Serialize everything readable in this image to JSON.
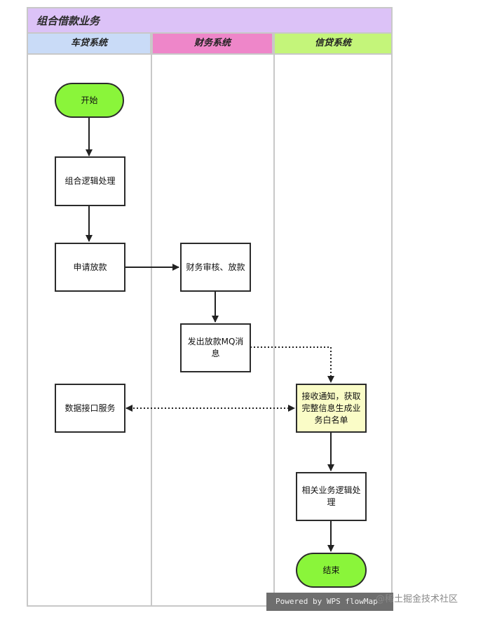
{
  "title": "组合借款业务",
  "lanes": [
    {
      "label": "车贷系统",
      "color": "#c9dbf7"
    },
    {
      "label": "财务系统",
      "color": "#ee86c9"
    },
    {
      "label": "信贷系统",
      "color": "#c4f57a"
    }
  ],
  "nodes": {
    "start": "开始",
    "combo_logic": "组合逻辑处理",
    "apply_loan": "申请放款",
    "finance_review": "财务审核、放款",
    "send_mq": "发出放款MQ消息",
    "data_api": "数据接口服务",
    "receive_notice": "接收通知，获取完整信息生成业务白名单",
    "related_logic": "相关业务逻辑处理",
    "end": "结束"
  },
  "watermark": {
    "powered": "Powered by WPS flowMap",
    "site": "@稀土掘金技术社区"
  },
  "colors": {
    "terminal": "#8af53a",
    "highlight": "#fafcc7",
    "title_bg": "#dcc2f7"
  }
}
